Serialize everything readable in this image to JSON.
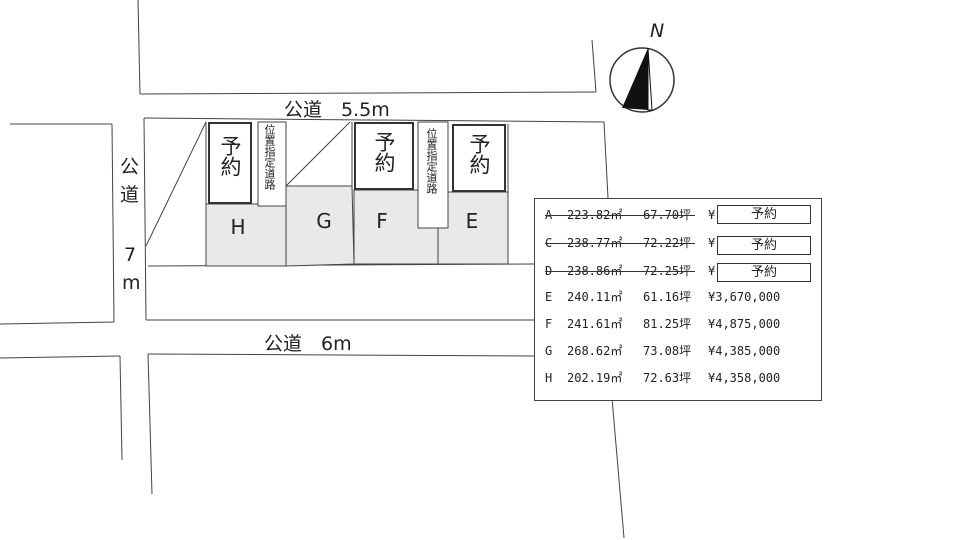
{
  "roads": {
    "north": "公道　5.5m",
    "south": "公道　6m",
    "west": [
      "公",
      "道",
      "7",
      "m"
    ]
  },
  "designated_road": "位置指定道路",
  "reserved_label": "予約",
  "compass": {
    "label": "N"
  },
  "lots": [
    "H",
    "G",
    "F",
    "E"
  ],
  "lot_table": {
    "rows": [
      {
        "id": "A",
        "area": "223.82㎡",
        "tsubo": "67.70坪",
        "price": "¥",
        "reserved": true
      },
      {
        "id": "C",
        "area": "238.77㎡",
        "tsubo": "72.22坪",
        "price": "¥",
        "reserved": true
      },
      {
        "id": "D",
        "area": "238.86㎡",
        "tsubo": "72.25坪",
        "price": "¥",
        "reserved": true
      },
      {
        "id": "E",
        "area": "240.11㎡",
        "tsubo": "61.16坪",
        "price": "¥3,670,000",
        "reserved": false
      },
      {
        "id": "F",
        "area": "241.61㎡",
        "tsubo": "81.25坪",
        "price": "¥4,875,000",
        "reserved": false
      },
      {
        "id": "G",
        "area": "268.62㎡",
        "tsubo": "73.08坪",
        "price": "¥4,385,000",
        "reserved": false
      },
      {
        "id": "H",
        "area": "202.19㎡",
        "tsubo": "72.63坪",
        "price": "¥4,358,000",
        "reserved": false
      }
    ]
  }
}
